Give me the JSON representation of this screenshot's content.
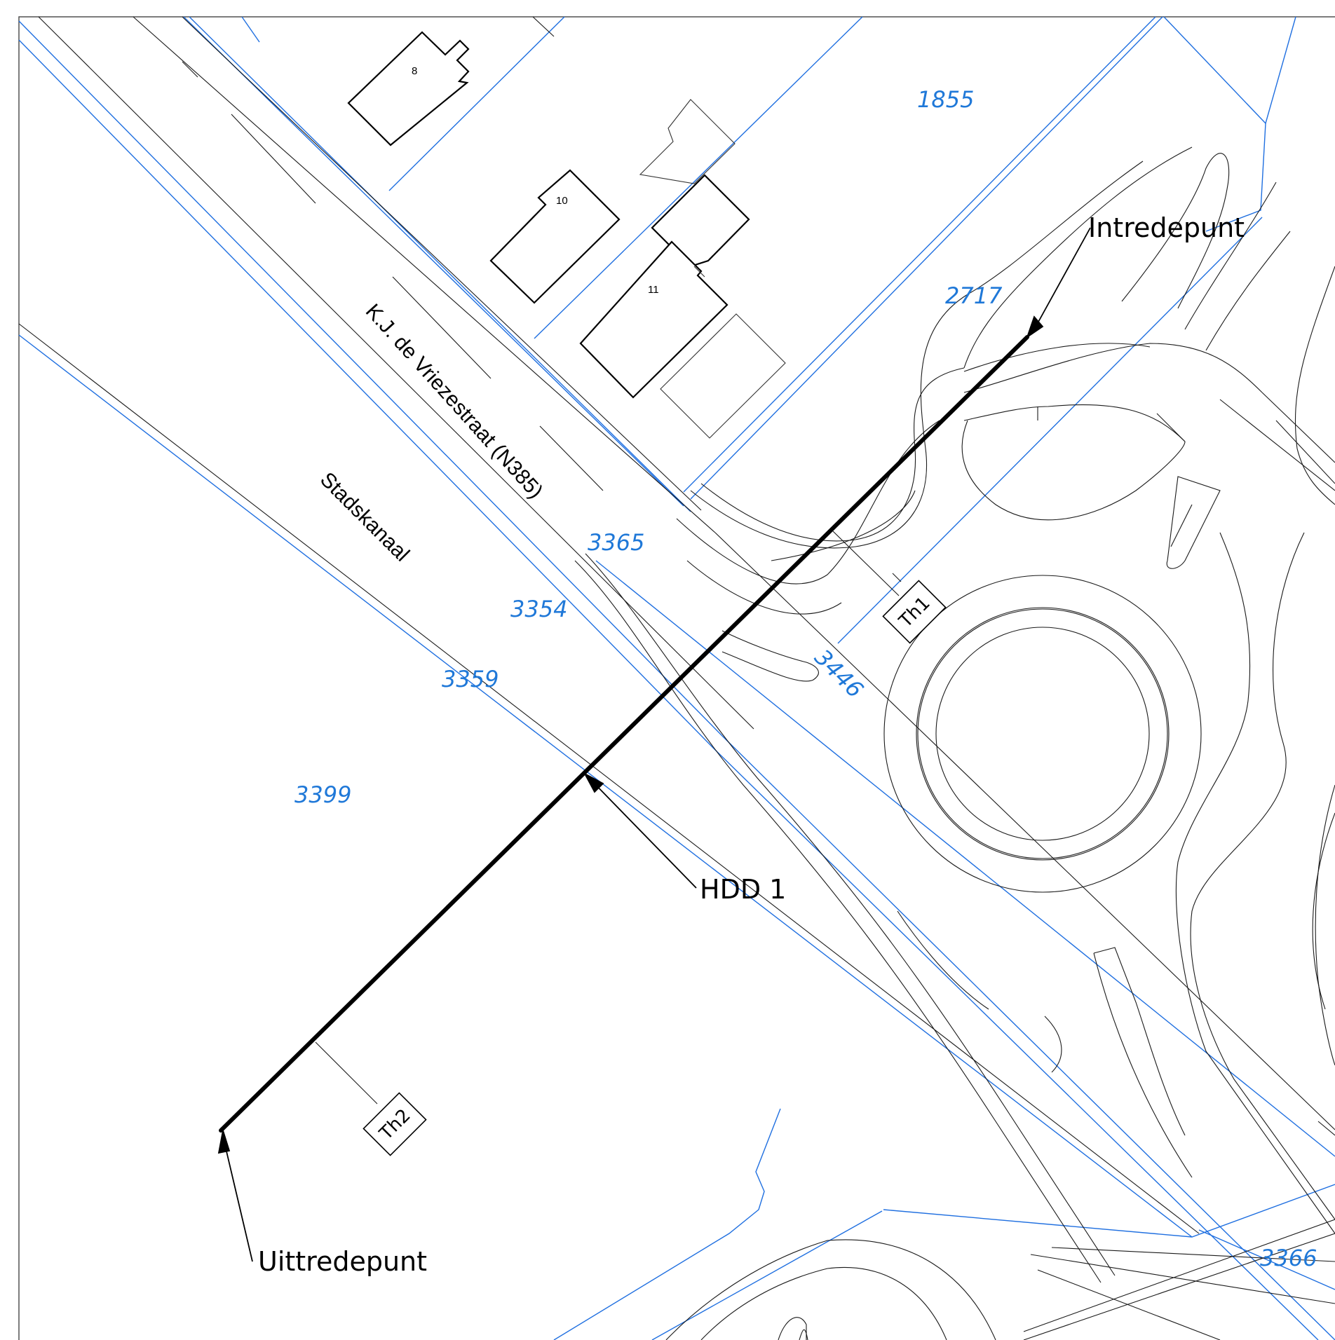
{
  "map": {
    "streets": {
      "main_road": "K.J. de Vriezestraat (N385)",
      "canal": "Stadskanaal"
    },
    "parcels": [
      "1855",
      "2717",
      "3365",
      "3354",
      "3359",
      "3399",
      "3446",
      "3366"
    ],
    "house_numbers": [
      "8",
      "10",
      "11"
    ],
    "callouts": {
      "entry": "Intredepunt",
      "exit": "Uittredepunt",
      "drill": "HDD 1"
    },
    "test_holes": [
      "Th1",
      "Th2"
    ],
    "colors": {
      "parcel_lines": "#1f6fe0",
      "topography": "#1a1a1a",
      "drill_line": "#000000"
    }
  }
}
